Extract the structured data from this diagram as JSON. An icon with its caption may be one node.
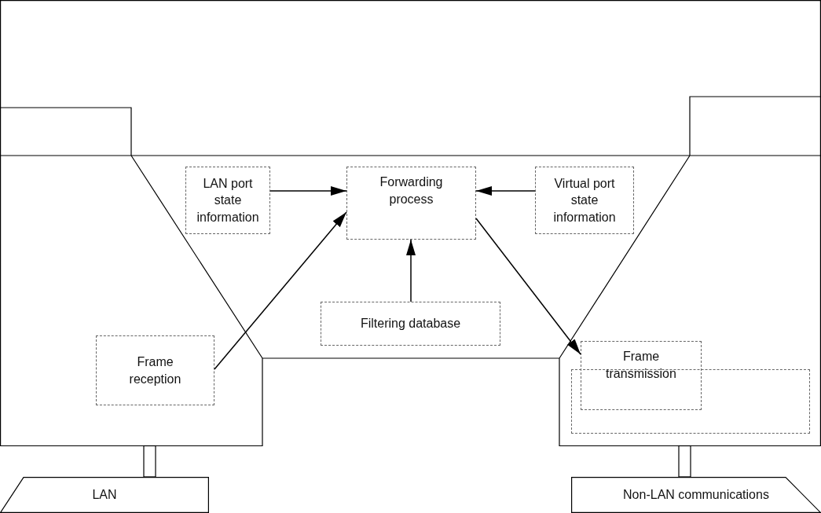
{
  "diagram": {
    "nodes": [
      {
        "text": [
          "LAN port state information"
        ]
      },
      {
        "text": [
          "Forwarding process"
        ]
      },
      {
        "text": [
          "Virtual port state information"
        ]
      },
      {
        "text": [
          "Filtering database"
        ]
      },
      {
        "text": [
          "Frame reception"
        ]
      },
      {
        "text": [
          "Frame transmission"
        ]
      },
      {
        "text": [],
        "shape": "box"
      },
      {
        "text": [
          "LAN"
        ]
      },
      {
        "text": [
          "Non-LAN communications"
        ]
      }
    ],
    "edges": [
      {
        "from": 0,
        "to": 1,
        "arrow": "to"
      },
      {
        "from": 2,
        "to": 1,
        "arrow": "to"
      },
      {
        "from": 3,
        "to": 1,
        "arrow": "to"
      },
      {
        "from": 4,
        "to": 1,
        "arrow": "to"
      },
      {
        "from": 1,
        "to": 5,
        "arrow": "to"
      }
    ]
  }
}
